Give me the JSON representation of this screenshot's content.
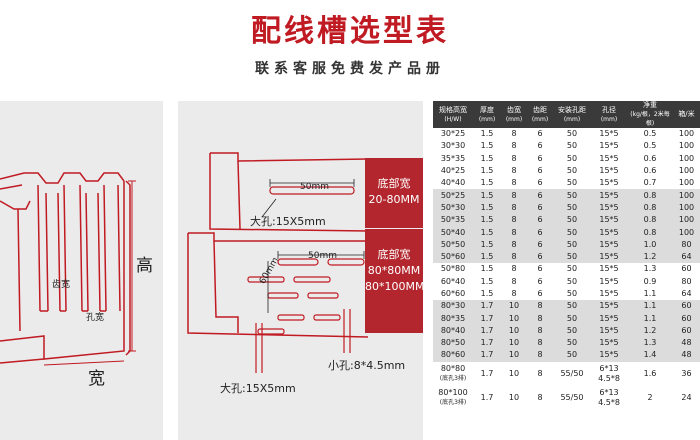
{
  "header": {
    "title": "配线槽选型表",
    "subtitle": "联系客服免费发产品册"
  },
  "diagram_left": {
    "tooth_width": "齿宽",
    "hole_width": "孔宽",
    "height": "高",
    "width": "宽"
  },
  "diagram_mid": {
    "length_50mm_top": "50mm",
    "large_hole_top": "大孔:15X5mm",
    "bottom_width_label": "底部宽",
    "bottom_width_range_1": "20-80MM",
    "length_50mm_mid": "50mm",
    "length_60mm": "60mm",
    "bottom_width_label_2": "底部宽",
    "bottom_width_range_2a": "80*80MM",
    "bottom_width_range_2b": "80*100MM",
    "small_hole": "小孔:8*4.5mm",
    "large_hole_bottom": "大孔:15X5mm"
  },
  "table": {
    "headers": [
      {
        "main": "规格高宽",
        "sub": "(H/W)"
      },
      {
        "main": "厚度",
        "sub": "(mm)"
      },
      {
        "main": "齿宽",
        "sub": "(mm)"
      },
      {
        "main": "齿距",
        "sub": "(mm)"
      },
      {
        "main": "安装孔距",
        "sub": "(mm)"
      },
      {
        "main": "孔径",
        "sub": "(mm)"
      },
      {
        "main": "净重",
        "sub": "(kg/根，2米每根)"
      },
      {
        "main": "箱/米",
        "sub": ""
      }
    ],
    "rows": [
      {
        "spec": "30*25",
        "spec_note": "",
        "thick": "1.5",
        "tooth": "8",
        "pitch": "6",
        "mount": "50",
        "hole": "15*5",
        "hole2": "",
        "weight": "0.5",
        "box": "100",
        "group": 1
      },
      {
        "spec": "30*30",
        "spec_note": "",
        "thick": "1.5",
        "tooth": "8",
        "pitch": "6",
        "mount": "50",
        "hole": "15*5",
        "hole2": "",
        "weight": "0.5",
        "box": "100",
        "group": 1
      },
      {
        "spec": "35*35",
        "spec_note": "",
        "thick": "1.5",
        "tooth": "8",
        "pitch": "6",
        "mount": "50",
        "hole": "15*5",
        "hole2": "",
        "weight": "0.6",
        "box": "100",
        "group": 1
      },
      {
        "spec": "40*25",
        "spec_note": "",
        "thick": "1.5",
        "tooth": "8",
        "pitch": "6",
        "mount": "50",
        "hole": "15*5",
        "hole2": "",
        "weight": "0.6",
        "box": "100",
        "group": 1
      },
      {
        "spec": "40*40",
        "spec_note": "",
        "thick": "1.5",
        "tooth": "8",
        "pitch": "6",
        "mount": "50",
        "hole": "15*5",
        "hole2": "",
        "weight": "0.7",
        "box": "100",
        "group": 1
      },
      {
        "spec": "50*25",
        "spec_note": "",
        "thick": "1.5",
        "tooth": "8",
        "pitch": "6",
        "mount": "50",
        "hole": "15*5",
        "hole2": "",
        "weight": "0.8",
        "box": "100",
        "group": 2
      },
      {
        "spec": "50*30",
        "spec_note": "",
        "thick": "1.5",
        "tooth": "8",
        "pitch": "6",
        "mount": "50",
        "hole": "15*5",
        "hole2": "",
        "weight": "0.8",
        "box": "100",
        "group": 2
      },
      {
        "spec": "50*35",
        "spec_note": "",
        "thick": "1.5",
        "tooth": "8",
        "pitch": "6",
        "mount": "50",
        "hole": "15*5",
        "hole2": "",
        "weight": "0.8",
        "box": "100",
        "group": 2
      },
      {
        "spec": "50*40",
        "spec_note": "",
        "thick": "1.5",
        "tooth": "8",
        "pitch": "6",
        "mount": "50",
        "hole": "15*5",
        "hole2": "",
        "weight": "0.8",
        "box": "100",
        "group": 2
      },
      {
        "spec": "50*50",
        "spec_note": "",
        "thick": "1.5",
        "tooth": "8",
        "pitch": "6",
        "mount": "50",
        "hole": "15*5",
        "hole2": "",
        "weight": "1.0",
        "box": "80",
        "group": 2
      },
      {
        "spec": "50*60",
        "spec_note": "",
        "thick": "1.5",
        "tooth": "8",
        "pitch": "6",
        "mount": "50",
        "hole": "15*5",
        "hole2": "",
        "weight": "1.2",
        "box": "64",
        "group": 2
      },
      {
        "spec": "50*80",
        "spec_note": "",
        "thick": "1.5",
        "tooth": "8",
        "pitch": "6",
        "mount": "50",
        "hole": "15*5",
        "hole2": "",
        "weight": "1.3",
        "box": "60",
        "group": 1
      },
      {
        "spec": "60*40",
        "spec_note": "",
        "thick": "1.5",
        "tooth": "8",
        "pitch": "6",
        "mount": "50",
        "hole": "15*5",
        "hole2": "",
        "weight": "0.9",
        "box": "80",
        "group": 1
      },
      {
        "spec": "60*60",
        "spec_note": "",
        "thick": "1.5",
        "tooth": "8",
        "pitch": "6",
        "mount": "50",
        "hole": "15*5",
        "hole2": "",
        "weight": "1.1",
        "box": "64",
        "group": 1
      },
      {
        "spec": "80*30",
        "spec_note": "",
        "thick": "1.7",
        "tooth": "10",
        "pitch": "8",
        "mount": "50",
        "hole": "15*5",
        "hole2": "",
        "weight": "1.1",
        "box": "60",
        "group": 2
      },
      {
        "spec": "80*35",
        "spec_note": "",
        "thick": "1.7",
        "tooth": "10",
        "pitch": "8",
        "mount": "50",
        "hole": "15*5",
        "hole2": "",
        "weight": "1.1",
        "box": "60",
        "group": 2
      },
      {
        "spec": "80*40",
        "spec_note": "",
        "thick": "1.7",
        "tooth": "10",
        "pitch": "8",
        "mount": "50",
        "hole": "15*5",
        "hole2": "",
        "weight": "1.2",
        "box": "60",
        "group": 2
      },
      {
        "spec": "80*50",
        "spec_note": "",
        "thick": "1.7",
        "tooth": "10",
        "pitch": "8",
        "mount": "50",
        "hole": "15*5",
        "hole2": "",
        "weight": "1.3",
        "box": "48",
        "group": 2
      },
      {
        "spec": "80*60",
        "spec_note": "",
        "thick": "1.7",
        "tooth": "10",
        "pitch": "8",
        "mount": "50",
        "hole": "15*5",
        "hole2": "",
        "weight": "1.4",
        "box": "48",
        "group": 2
      },
      {
        "spec": "80*80",
        "spec_note": "(底孔3排)",
        "thick": "1.7",
        "tooth": "10",
        "pitch": "8",
        "mount": "55/50",
        "hole": "6*13",
        "hole2": "4.5*8",
        "weight": "1.6",
        "box": "36",
        "group": 1
      },
      {
        "spec": "80*100",
        "spec_note": "(底孔3排)",
        "thick": "1.7",
        "tooth": "10",
        "pitch": "8",
        "mount": "55/50",
        "hole": "6*13",
        "hole2": "4.5*8",
        "weight": "2",
        "box": "24",
        "group": 1
      }
    ]
  },
  "colors": {
    "accent": "#c01a22",
    "header_bg": "#3a3a3a",
    "band": "#dcdcdc",
    "panel": "#ebebeb"
  }
}
